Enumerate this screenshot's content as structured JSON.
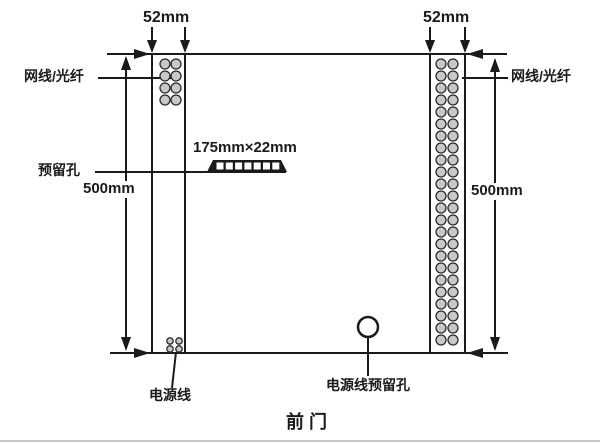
{
  "diagram": {
    "caption": "前门",
    "labels": {
      "top_left_width": "52mm",
      "top_right_width": "52mm",
      "left_cable": "网线/光纤",
      "right_cable": "网线/光纤",
      "reserved_hole": "预留孔",
      "slot_size": "175mm×22mm",
      "left_height": "500mm",
      "right_height": "500mm",
      "power_cable": "电源线",
      "power_reserved_hole": "电源线预留孔"
    },
    "colors": {
      "line": "#1a1a1a",
      "hole_fill": "#c8c8c8",
      "hole_stroke": "#2a2a2a",
      "page_rule": "#c9c9c9"
    }
  }
}
